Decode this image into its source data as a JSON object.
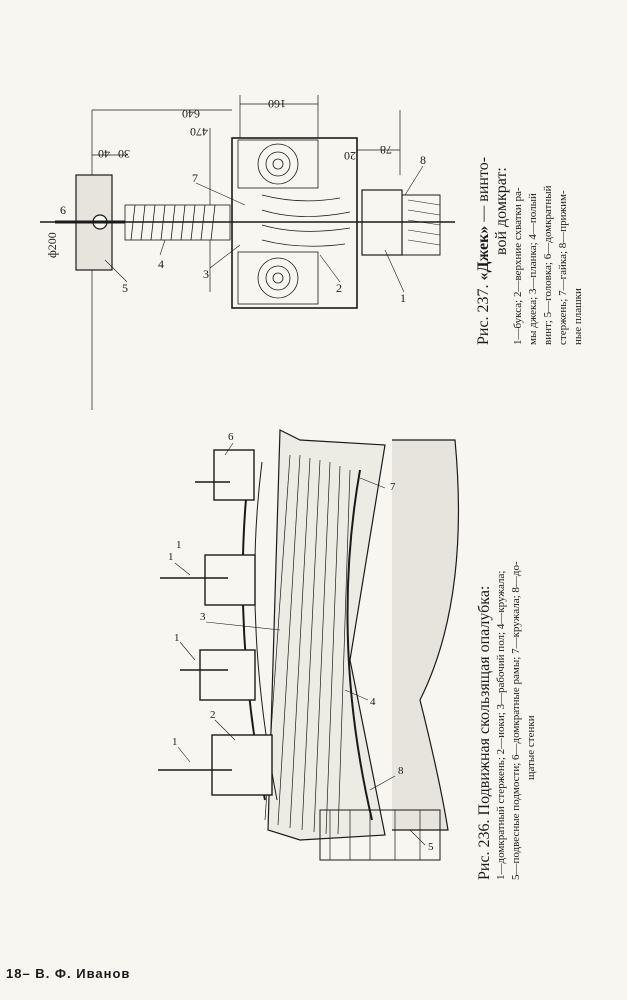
{
  "fig236": {
    "title": "Рис. 236. Подвижная скользящая опалубка:",
    "legend_line1": "1—домкратный стержень; 2—иоки; 3—рабочий пол; 4—кружала;",
    "legend_line2": "5—подвесные подмости; 6—домкратные рамы; 7—кружала; 8—до-",
    "legend_line3": "щатые стенки",
    "labels": [
      "1",
      "1",
      "1",
      "1",
      "2",
      "3",
      "4",
      "5",
      "6",
      "7",
      "8"
    ]
  },
  "fig237": {
    "title_prefix": "Рис. 237.",
    "title_bold": "«Джек»",
    "title_suffix": "— винто-",
    "title_line2": "вой домкрат:",
    "legend_line1": "1—букса; 2—верхние схватки ра-",
    "legend_line2": "мы джека; 3—планка; 4—полый",
    "legend_line3": "винт; 5—головка; 6—домкратный",
    "legend_line4": "стержень; 7—гайка; 8—прижим-",
    "legend_line5": "ные плашки",
    "dimensions": {
      "d640": "640",
      "d470": "470",
      "d160": "160",
      "d40": "40",
      "d30": "30",
      "d20": "20",
      "d78": "78",
      "dia": "ф200"
    },
    "labels": [
      "1",
      "2",
      "3",
      "4",
      "5",
      "6",
      "7",
      "8"
    ]
  },
  "footer": "18– В. Ф. Иванов",
  "colors": {
    "ink": "#1a1a1a",
    "paper": "#f7f6f1"
  }
}
